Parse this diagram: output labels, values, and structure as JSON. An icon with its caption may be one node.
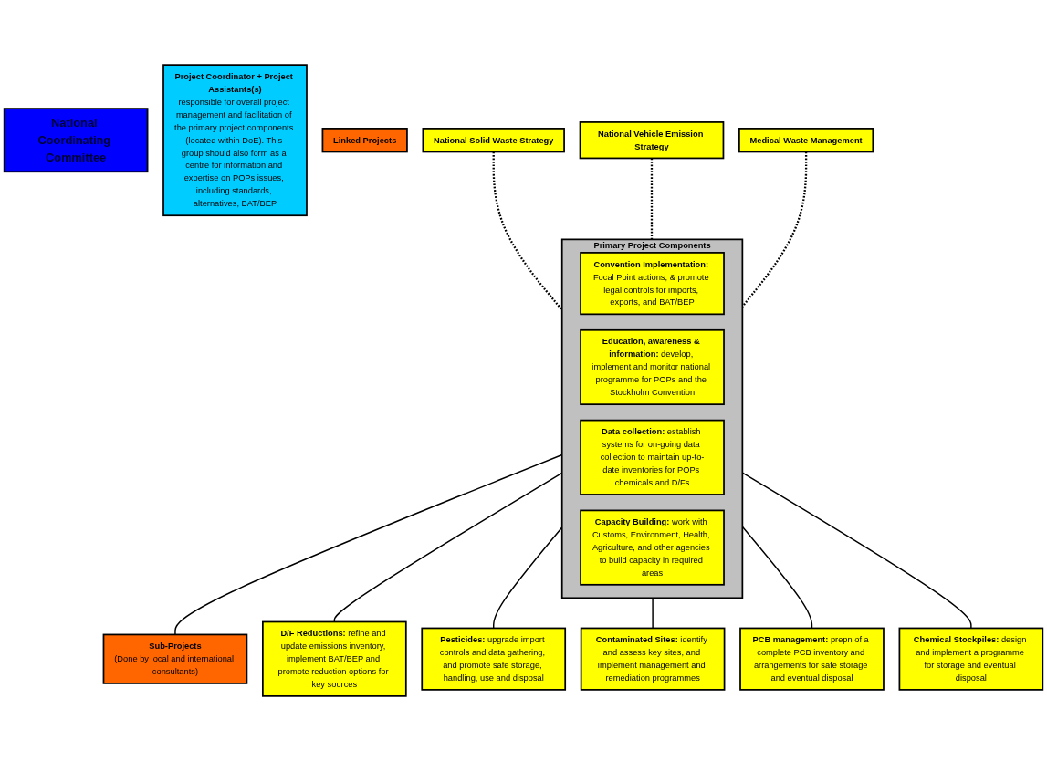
{
  "diagram": {
    "nodes": [
      {
        "text": [
          "National Coordinating Committee"
        ]
      },
      {
        "text": [
          "Project Coordinator + Project Assistants(s)",
          "responsible for overall project management and facilitation of the primary project components (located within DoE). This group should also form as a centre for information and expertise on POPs issues, including standards, alternatives, BAT/BEP"
        ]
      },
      {
        "text": [
          "Primary Project Components"
        ]
      },
      {
        "text": [
          "Convention Implementation:",
          "Focal Point actions, & promote legal controls for imports, exports, and BAT/BEP"
        ],
        "in": 2
      },
      {
        "text": [
          "Education, awareness & information:",
          "develop, implement and monitor national programme for POPs and the Stockholm Convention"
        ],
        "in": 2
      },
      {
        "text": [
          "Data collection:",
          "establish systems for on-going data collection to maintain up-to-date inventories for POPs chemicals and D/Fs"
        ],
        "in": 2
      },
      {
        "text": [
          "Capacity Building:",
          "work with Customs, Environment, Health, Agriculture, and other agencies to build capacity in required areas"
        ],
        "in": 2
      },
      {
        "text": [
          "Linked Projects"
        ]
      },
      {
        "text": [
          "National Solid Waste Strategy"
        ]
      },
      {
        "text": [
          "National Vehicle Emission Strategy"
        ]
      },
      {
        "text": [
          "Medical Waste Management"
        ]
      },
      {
        "text": [
          "Sub-Projects",
          "(Done by local and international consultants)"
        ]
      },
      {
        "text": [
          "D/F Reductions:",
          "refine and update emissions inventory, implement BAT/BEP and promote reduction options for key sources"
        ]
      },
      {
        "text": [
          "Pesticides:",
          "upgrade import controls and data gathering, and promote safe storage, handling, use and disposal"
        ]
      },
      {
        "text": [
          "Contaminated Sites:",
          "identify and assess key sites, and implement management and remediation programmes"
        ]
      },
      {
        "text": [
          "PCB management:",
          "prepn of a complete PCB inventory and arrangements for safe storage and eventual disposal"
        ]
      },
      {
        "text": [
          "Chemical Stockpiles:",
          "design and implement a programme for storage and eventual disposal"
        ]
      }
    ],
    "edges": [
      {
        "from": 8,
        "to": 2,
        "arrow": "none",
        "style": "dashed"
      },
      {
        "from": 9,
        "to": 2,
        "arrow": "none",
        "style": "dashed"
      },
      {
        "from": 10,
        "to": 2,
        "arrow": "none",
        "style": "dashed"
      },
      {
        "from": 2,
        "to": 11,
        "arrow": "none"
      },
      {
        "from": 2,
        "to": 12,
        "arrow": "none"
      },
      {
        "from": 2,
        "to": 13,
        "arrow": "none"
      },
      {
        "from": 2,
        "to": 14,
        "arrow": "none"
      },
      {
        "from": 2,
        "to": 15,
        "arrow": "none"
      },
      {
        "from": 2,
        "to": 16,
        "arrow": "none"
      }
    ]
  }
}
